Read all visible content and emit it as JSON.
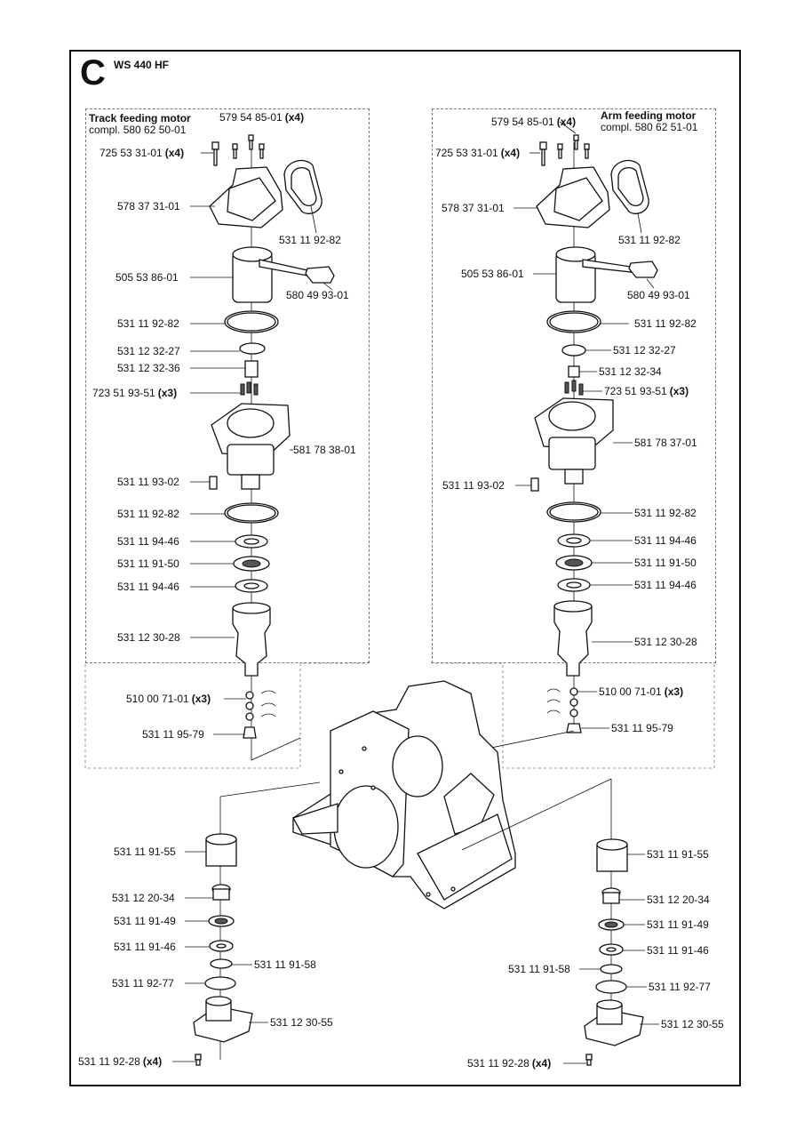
{
  "page": {
    "section": "C",
    "model": "WS 440 HF"
  },
  "groups": {
    "left": {
      "title": "Track feeding motor",
      "compl_prefix": "compl.",
      "compl_number": "580 62 50-01"
    },
    "right": {
      "title": "Arm feeding motor",
      "compl_prefix": "compl.",
      "compl_number": "580 62 51-01"
    }
  },
  "callouts": [
    {
      "id": "l01",
      "part": "579 54 85-01",
      "qty": "(x4)"
    },
    {
      "id": "l02",
      "part": "725 53 31-01",
      "qty": "(x4)"
    },
    {
      "id": "l03",
      "part": "578 37 31-01",
      "qty": ""
    },
    {
      "id": "l04",
      "part": "531 11 92-82",
      "qty": ""
    },
    {
      "id": "l05",
      "part": "505 53 86-01",
      "qty": ""
    },
    {
      "id": "l06",
      "part": "580 49 93-01",
      "qty": ""
    },
    {
      "id": "l07",
      "part": "531 11 92-82",
      "qty": ""
    },
    {
      "id": "l08",
      "part": "531 12 32-27",
      "qty": ""
    },
    {
      "id": "l09",
      "part": "531 12 32-36",
      "qty": ""
    },
    {
      "id": "l10",
      "part": "723 51 93-51",
      "qty": "(x3)"
    },
    {
      "id": "l11",
      "part": "581 78 38-01",
      "qty": ""
    },
    {
      "id": "l12",
      "part": "531 11 93-02",
      "qty": ""
    },
    {
      "id": "l13",
      "part": "531 11 92-82",
      "qty": ""
    },
    {
      "id": "l14",
      "part": "531 11 94-46",
      "qty": ""
    },
    {
      "id": "l15",
      "part": "531 11 91-50",
      "qty": ""
    },
    {
      "id": "l16",
      "part": "531 11 94-46",
      "qty": ""
    },
    {
      "id": "l17",
      "part": "531 12 30-28",
      "qty": ""
    },
    {
      "id": "l18",
      "part": "510 00 71-01",
      "qty": "(x3)"
    },
    {
      "id": "l19",
      "part": "531 11 95-79",
      "qty": ""
    },
    {
      "id": "r01",
      "part": "579 54 85-01",
      "qty": "(x4)"
    },
    {
      "id": "r02",
      "part": "725 53 31-01",
      "qty": "(x4)"
    },
    {
      "id": "r03",
      "part": "578 37 31-01",
      "qty": ""
    },
    {
      "id": "r04",
      "part": "531 11 92-82",
      "qty": ""
    },
    {
      "id": "r05",
      "part": "505 53 86-01",
      "qty": ""
    },
    {
      "id": "r06",
      "part": "580 49 93-01",
      "qty": ""
    },
    {
      "id": "r07",
      "part": "531 11 92-82",
      "qty": ""
    },
    {
      "id": "r08",
      "part": "531 12 32-27",
      "qty": ""
    },
    {
      "id": "r09",
      "part": "531 12 32-34",
      "qty": ""
    },
    {
      "id": "r10",
      "part": "723 51 93-51",
      "qty": "(x3)"
    },
    {
      "id": "r11",
      "part": "581 78 37-01",
      "qty": ""
    },
    {
      "id": "r12",
      "part": "531 11 93-02",
      "qty": ""
    },
    {
      "id": "r13",
      "part": "531 11 92-82",
      "qty": ""
    },
    {
      "id": "r14",
      "part": "531 11 94-46",
      "qty": ""
    },
    {
      "id": "r15",
      "part": "531 11 91-50",
      "qty": ""
    },
    {
      "id": "r16",
      "part": "531 11 94-46",
      "qty": ""
    },
    {
      "id": "r17",
      "part": "531 12 30-28",
      "qty": ""
    },
    {
      "id": "r18",
      "part": "510 00 71-01",
      "qty": "(x3)"
    },
    {
      "id": "r19",
      "part": "531 11 95-79",
      "qty": ""
    },
    {
      "id": "b01",
      "part": "531 11 91-55",
      "qty": ""
    },
    {
      "id": "b02",
      "part": "531 12 20-34",
      "qty": ""
    },
    {
      "id": "b03",
      "part": "531 11 91-49",
      "qty": ""
    },
    {
      "id": "b04",
      "part": "531 11 91-46",
      "qty": ""
    },
    {
      "id": "b05",
      "part": "531 11 91-58",
      "qty": ""
    },
    {
      "id": "b06",
      "part": "531 11 92-77",
      "qty": ""
    },
    {
      "id": "b07",
      "part": "531 12 30-55",
      "qty": ""
    },
    {
      "id": "b08",
      "part": "531 11 92-28",
      "qty": "(x4)"
    },
    {
      "id": "c01",
      "part": "531 11 91-55",
      "qty": ""
    },
    {
      "id": "c02",
      "part": "531 12 20-34",
      "qty": ""
    },
    {
      "id": "c03",
      "part": "531 11 91-49",
      "qty": ""
    },
    {
      "id": "c04",
      "part": "531 11 91-46",
      "qty": ""
    },
    {
      "id": "c05",
      "part": "531 11 91-58",
      "qty": ""
    },
    {
      "id": "c06",
      "part": "531 11 92-77",
      "qty": ""
    },
    {
      "id": "c07",
      "part": "531 12 30-55",
      "qty": ""
    },
    {
      "id": "c08",
      "part": "531 11 92-28",
      "qty": "(x4)"
    }
  ]
}
